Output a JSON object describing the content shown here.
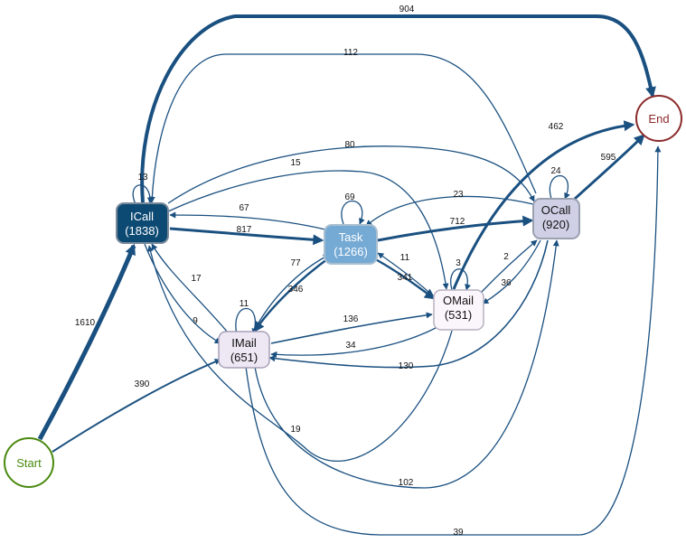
{
  "nodes": {
    "start": {
      "label": "Start",
      "border": "#4a8a10",
      "text": "#4a8a10"
    },
    "end": {
      "label": "End",
      "border": "#8b2a2a",
      "text": "#8b2a2a"
    },
    "icall": {
      "name": "ICall",
      "count": "(1838)",
      "fill": "#0d4a73",
      "border": "#7a8a9a",
      "text": "#ffffff"
    },
    "task": {
      "name": "Task",
      "count": "(1266)",
      "fill": "#75aad4",
      "border": "#a9bfd0",
      "text": "#ffffff"
    },
    "ocall": {
      "name": "OCall",
      "count": "(920)",
      "fill": "#cfd0e6",
      "border": "#9aa0b0",
      "text": "#111111"
    },
    "omail": {
      "name": "OMail",
      "count": "(531)",
      "fill": "#fbf6fb",
      "border": "#b7b0c0",
      "text": "#111111"
    },
    "imail": {
      "name": "IMail",
      "count": "(651)",
      "fill": "#eee8f4",
      "border": "#a8a0b8",
      "text": "#111111"
    }
  },
  "edges": {
    "icall_end": "904",
    "ocall_icall": "112",
    "icall_ocall": "80",
    "icall_omail": "15",
    "icall_self": "13",
    "task_icall": "67",
    "icall_task": "817",
    "task_self": "69",
    "ocall_task": "23",
    "task_ocall": "712",
    "omail_end": "462",
    "ocall_self": "24",
    "ocall_end": "595",
    "imail_icall": "17",
    "imail_task_a": "77",
    "task_imail": "346",
    "omail_task": "11",
    "task_omail": "341",
    "omail_self": "3",
    "omail_ocall": "2",
    "ocall_omail": "36",
    "icall_imail": "9",
    "imail_self": "11",
    "imail_omail": "136",
    "omail_imail": "34",
    "ocall_imail": "130",
    "start_icall": "1610",
    "start_imail": "390",
    "omail_icall": "19",
    "imail_ocall": "102",
    "imail_end": "39"
  },
  "colors": {
    "edge": "#1a5080"
  }
}
